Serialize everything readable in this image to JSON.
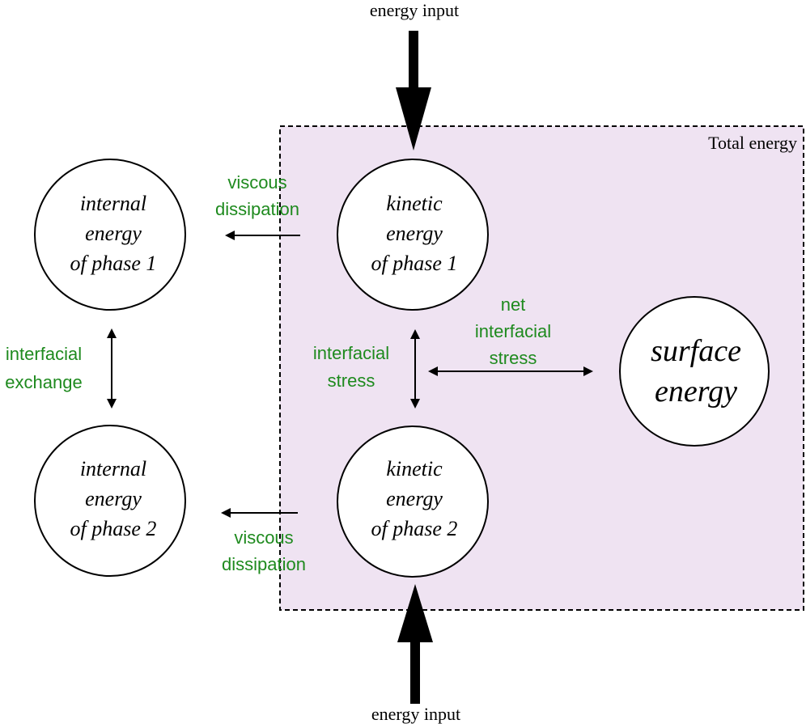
{
  "total_energy_box": {
    "label": "Total energy",
    "fill_color": "#efe3f2",
    "border_color": "#000000"
  },
  "top_input": {
    "label": "energy input"
  },
  "bottom_input": {
    "label": "energy input"
  },
  "nodes": {
    "internal_phase1": {
      "lines": [
        "internal",
        "energy",
        "of phase 1"
      ]
    },
    "internal_phase2": {
      "lines": [
        "internal",
        "energy",
        "of phase 2"
      ]
    },
    "kinetic_phase1": {
      "lines": [
        "kinetic",
        "energy",
        "of phase 1"
      ]
    },
    "kinetic_phase2": {
      "lines": [
        "kinetic",
        "energy",
        "of phase 2"
      ]
    },
    "surface": {
      "lines": [
        "surface",
        "energy"
      ]
    }
  },
  "process_labels": {
    "viscous_top": [
      "viscous",
      "dissipation"
    ],
    "viscous_bottom": [
      "viscous",
      "dissipation"
    ],
    "interfacial_exchange": [
      "interfacial",
      "exchange"
    ],
    "interfacial_stress": [
      "interfacial",
      "stress"
    ],
    "net_interfacial_stress": [
      "net",
      "interfacial",
      "stress"
    ]
  },
  "colors": {
    "process_label": "#1e8a1e",
    "node_border": "#000000",
    "arrow": "#000000"
  }
}
